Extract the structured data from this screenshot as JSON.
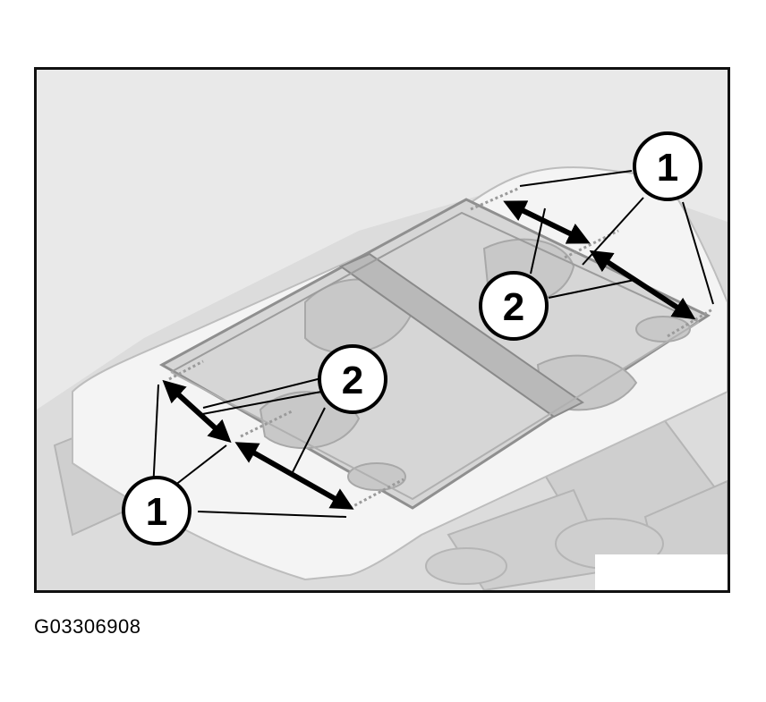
{
  "figure": {
    "id": "G03306908",
    "callouts": [
      {
        "key": "callout-1-upper-right",
        "label": "1"
      },
      {
        "key": "callout-2-upper-right",
        "label": "2"
      },
      {
        "key": "callout-2-lower-left",
        "label": "2"
      },
      {
        "key": "callout-1-lower-left",
        "label": "1"
      }
    ]
  }
}
